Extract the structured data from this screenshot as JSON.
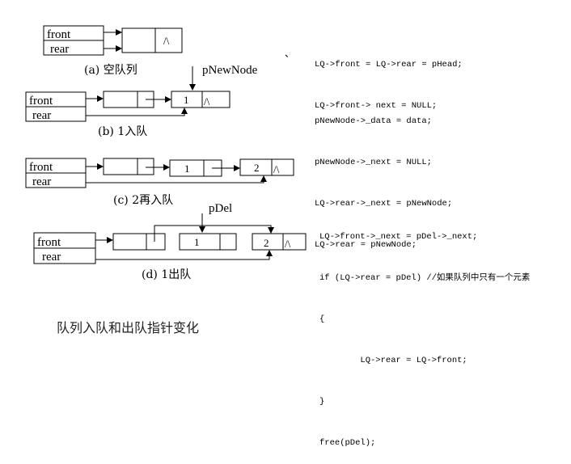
{
  "labels": {
    "front": "front",
    "rear": "rear"
  },
  "sections": {
    "a": {
      "caption": "(a) 空队列"
    },
    "b": {
      "caption": "(b)  1入队",
      "pointer_label": "pNewNode",
      "node1_value": "1"
    },
    "c": {
      "caption": "(c) 2再入队",
      "node1_value": "1",
      "node2_value": "2"
    },
    "d": {
      "caption": "(d)   1出队",
      "pointer_label": "pDel",
      "node1_value": "1",
      "node2_value": "2"
    }
  },
  "null_symbol": "/\\",
  "code": {
    "a": [
      "LQ->front = LQ->rear = pHead;",
      "LQ->front-> next = NULL;"
    ],
    "b": [
      "pNewNode->_data = data;",
      "pNewNode->_next = NULL;",
      "LQ->rear->_next = pNewNode;",
      "LQ->rear = pNewNode;"
    ],
    "d": [
      "LQ->front->_next = pDel->_next;",
      "if (LQ->rear = pDel) //如果队列中只有一个元素",
      "{",
      "        LQ->rear = LQ->front;",
      "}",
      "free(pDel);"
    ]
  },
  "stray_mark": "、",
  "footer": "队列入队和出队指针变化",
  "colors": {
    "stroke": "#000000",
    "text": "#000000",
    "code_keyword": "#7a1fa2"
  }
}
